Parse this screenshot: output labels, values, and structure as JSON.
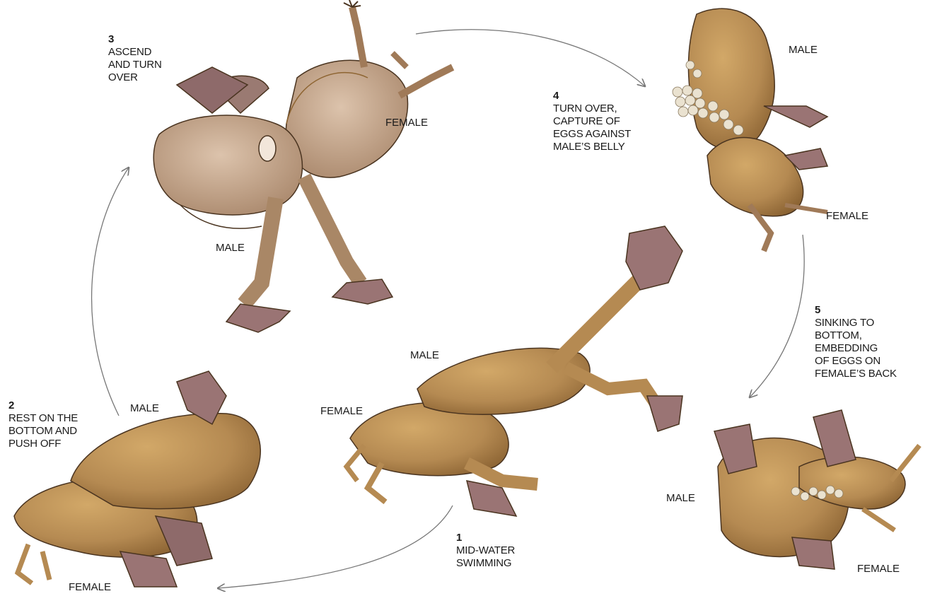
{
  "colors": {
    "body": "#b58a52",
    "body_dark": "#8e6532",
    "belly": "#c7aa90",
    "web": "#a07a78",
    "outline": "#4a3420",
    "arrow": "#777777"
  },
  "steps": [
    {
      "number": "1",
      "lines": [
        "MID-WATER",
        "SWIMMING"
      ]
    },
    {
      "number": "2",
      "lines": [
        "REST ON THE",
        "BOTTOM AND",
        "PUSH OFF"
      ]
    },
    {
      "number": "3",
      "lines": [
        "ASCEND",
        "AND TURN",
        "OVER"
      ]
    },
    {
      "number": "4",
      "lines": [
        "TURN OVER,",
        "CAPTURE OF",
        "EGGS AGAINST",
        "MALE’S BELLY"
      ]
    },
    {
      "number": "5",
      "lines": [
        "SINKING TO",
        "BOTTOM,",
        "EMBEDDING",
        "OF EGGS ON",
        "FEMALE’S BACK"
      ]
    }
  ],
  "sex_labels": {
    "male": "MALE",
    "female": "FEMALE"
  }
}
